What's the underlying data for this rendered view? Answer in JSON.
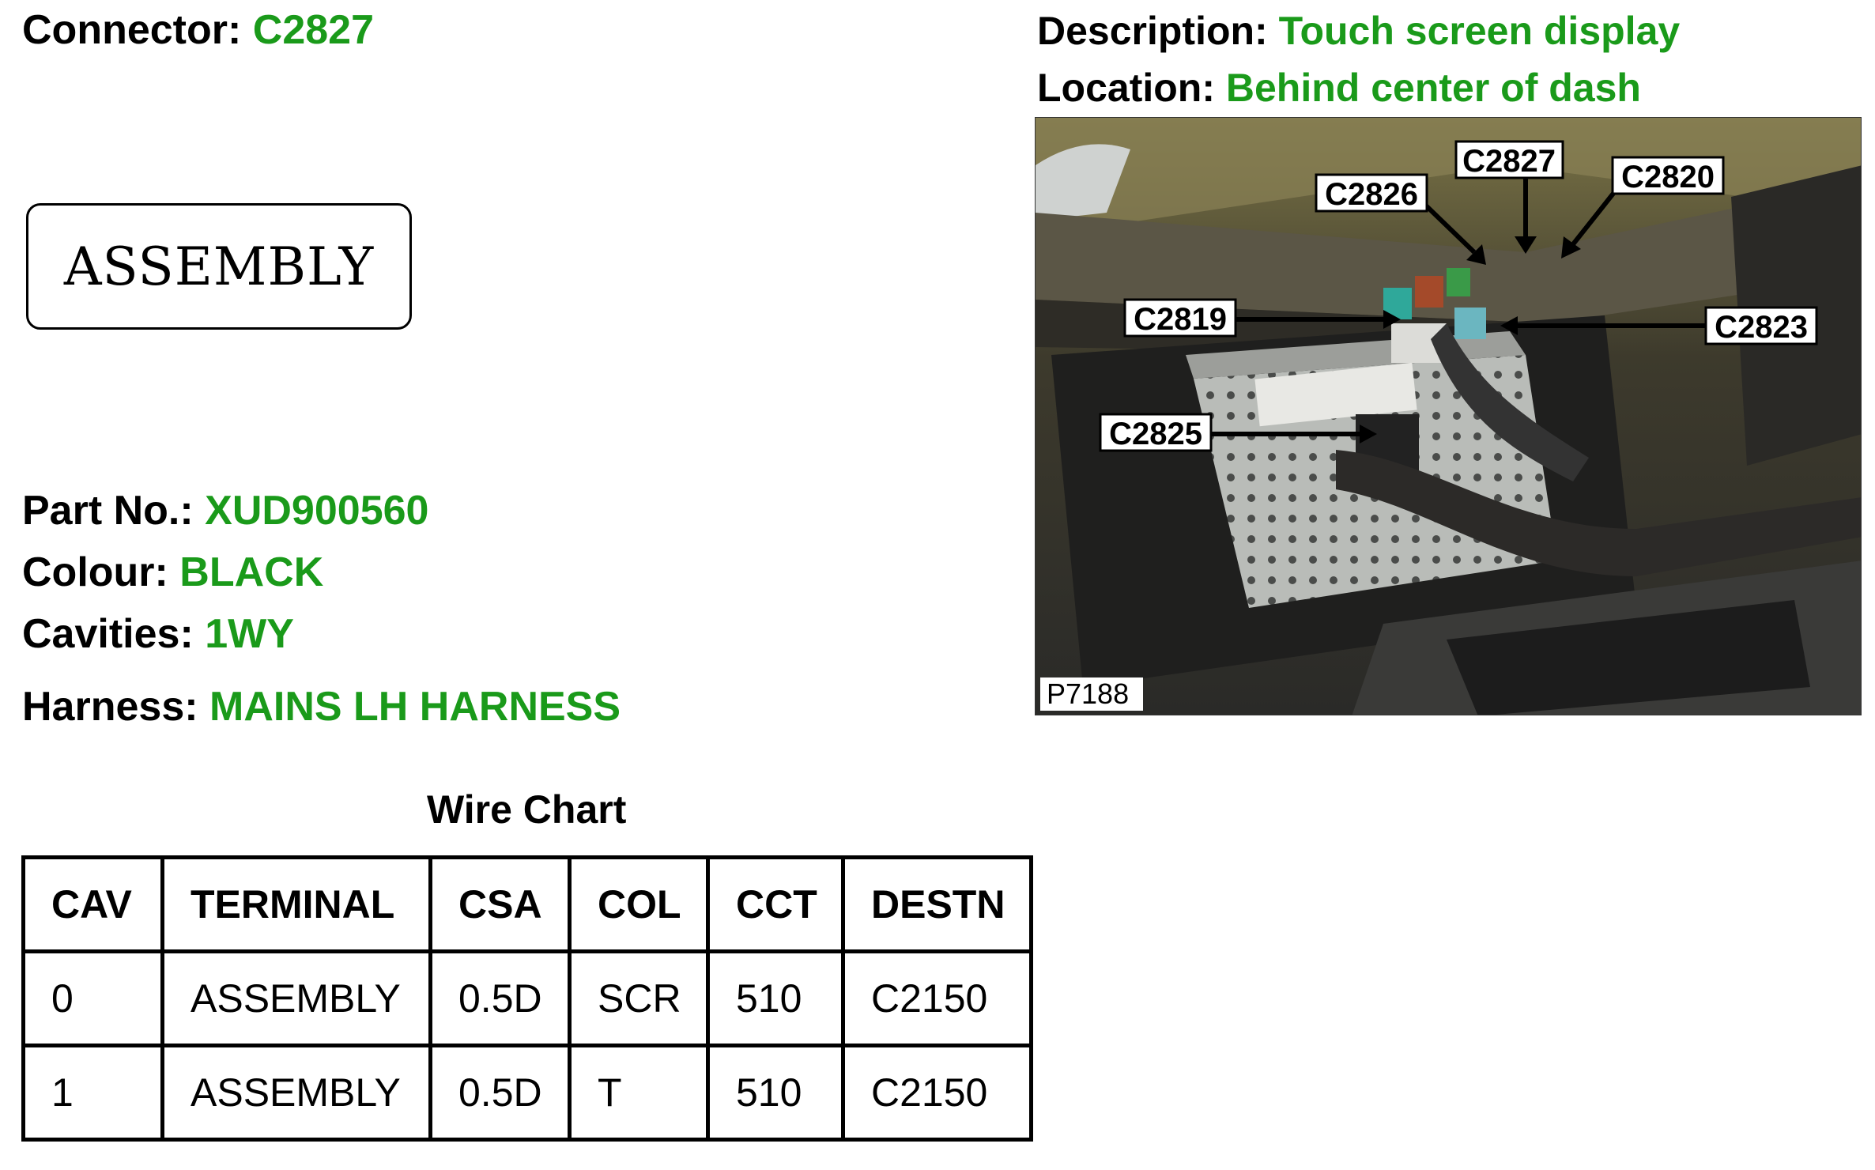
{
  "header": {
    "connector_label": "Connector:",
    "connector_value": "C2827",
    "description_label": "Description:",
    "description_value": "Touch screen display",
    "location_label": "Location:",
    "location_value": "Behind center of dash"
  },
  "assembly_box": {
    "text": "ASSEMBLY"
  },
  "details": {
    "part_no_label": "Part No.:",
    "part_no_value": "XUD900560",
    "colour_label": "Colour:",
    "colour_value": "BLACK",
    "cavities_label": "Cavities:",
    "cavities_value": "1WY",
    "harness_label": "Harness:",
    "harness_value": "MAINS LH HARNESS"
  },
  "photo": {
    "callouts": {
      "c2827": "C2827",
      "c2826": "C2826",
      "c2820": "C2820",
      "c2819": "C2819",
      "c2823": "C2823",
      "c2825": "C2825"
    },
    "ref": "P7188"
  },
  "wire_chart": {
    "title": "Wire Chart",
    "headers": {
      "cav": "CAV",
      "terminal": "TERMINAL",
      "csa": "CSA",
      "col": "COL",
      "cct": "CCT",
      "destn": "DESTN"
    },
    "rows": [
      {
        "cav": "0",
        "terminal": "ASSEMBLY",
        "csa": "0.5D",
        "col": "SCR",
        "cct": "510",
        "destn": "C2150"
      },
      {
        "cav": "1",
        "terminal": "ASSEMBLY",
        "csa": "0.5D",
        "col": "T",
        "cct": "510",
        "destn": "C2150"
      }
    ]
  },
  "colors": {
    "value_green": "#1a9a1a",
    "text_black": "#000000"
  }
}
